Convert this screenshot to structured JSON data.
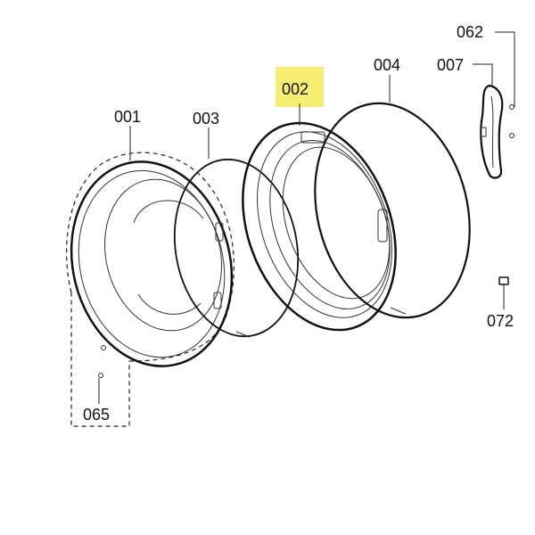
{
  "diagram": {
    "highlight_color": "#f5ee70",
    "parts": [
      {
        "id": "p001",
        "label": "001"
      },
      {
        "id": "p002",
        "label": "002"
      },
      {
        "id": "p003",
        "label": "003"
      },
      {
        "id": "p004",
        "label": "004"
      },
      {
        "id": "p007",
        "label": "007"
      },
      {
        "id": "p062",
        "label": "062"
      },
      {
        "id": "p065",
        "label": "065"
      },
      {
        "id": "p072",
        "label": "072"
      }
    ]
  }
}
